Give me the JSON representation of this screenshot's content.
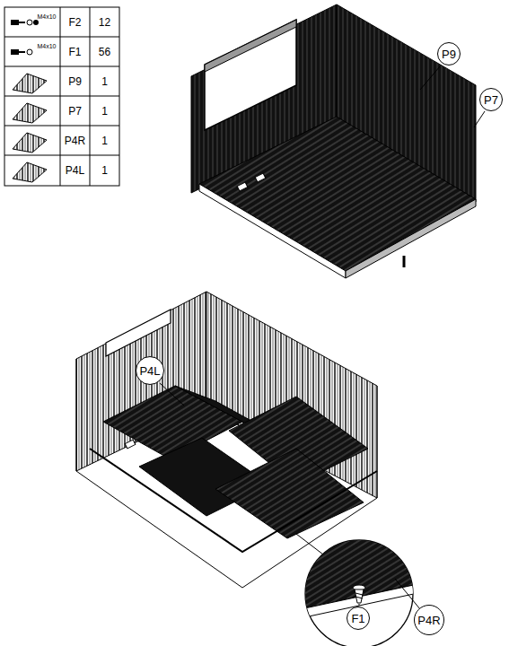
{
  "diagram": {
    "nodes": [
      {
        "text": [
          "P9"
        ]
      },
      {
        "text": [
          "P7"
        ]
      },
      {
        "text": [
          "P4L"
        ]
      },
      {
        "text": [
          "F1"
        ]
      },
      {
        "text": [
          "P4R"
        ]
      }
    ],
    "labels": [
      "M4x10",
      "F2",
      "12",
      "M4x10",
      "F1",
      "56",
      "P9",
      "1",
      "P7",
      "1",
      "P4R",
      "1",
      "P4L",
      "1"
    ]
  }
}
